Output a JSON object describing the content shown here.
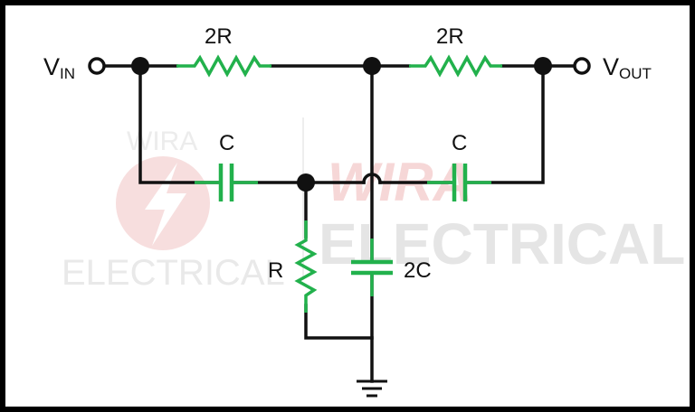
{
  "colors": {
    "wire": "#111111",
    "component": "#22b14c",
    "frame": "#000000",
    "watermark_red": "#f6d7d7",
    "watermark_gray": "#e6e6e6"
  },
  "labels": {
    "vin_main": "V",
    "vin_sub": "IN",
    "vout_main": "V",
    "vout_sub": "OUT",
    "r_top_left": "2R",
    "r_top_right": "2R",
    "c_left": "C",
    "c_right": "C",
    "r_bottom": "R",
    "c_bottom": "2C"
  },
  "watermark": {
    "left_top": "WIRA",
    "left_bottom": "ELECTRICAL",
    "center_top": "WIRA",
    "center_bottom": "ELECTRICAL"
  }
}
